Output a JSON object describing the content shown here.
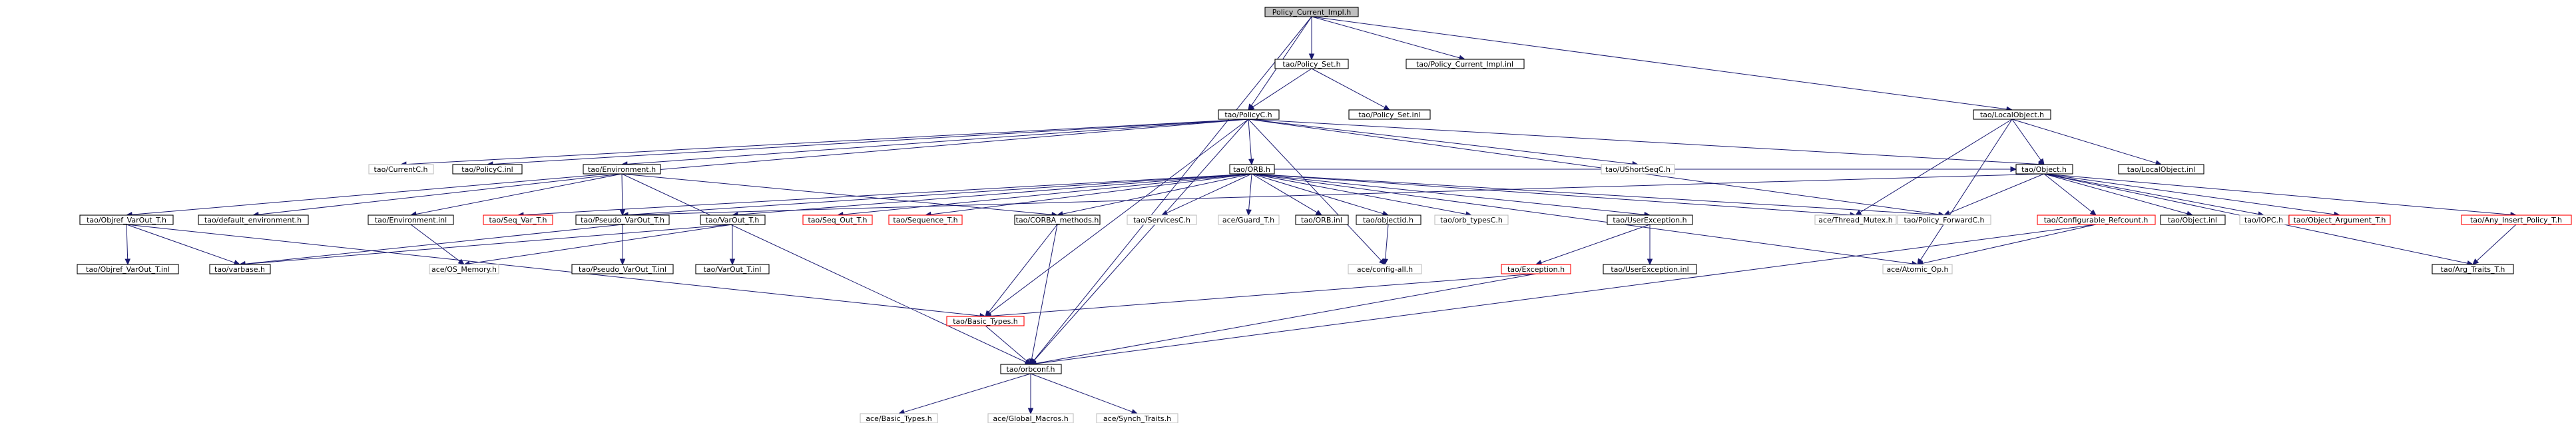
{
  "graph": {
    "title": "Policy_Current_Impl.h",
    "colors": {
      "edge": "#191970",
      "root_fill": "#bfbfbf",
      "node_border": "#000000",
      "node_fill": "#ffffff",
      "truncated_border": "#ff0000",
      "external_border": "#bfbfbf",
      "label_text": "#000000"
    },
    "nodes": [
      {
        "id": "root",
        "label": "Policy_Current_Impl.h",
        "kind": "root"
      },
      {
        "id": "policy_set_h",
        "label": "tao/Policy_Set.h",
        "kind": "normal"
      },
      {
        "id": "pci_inl",
        "label": "tao/Policy_Current_Impl.inl",
        "kind": "normal"
      },
      {
        "id": "policyc_h",
        "label": "tao/PolicyC.h",
        "kind": "normal"
      },
      {
        "id": "policy_set_inl",
        "label": "tao/Policy_Set.inl",
        "kind": "normal"
      },
      {
        "id": "localobject_h",
        "label": "tao/LocalObject.h",
        "kind": "normal"
      },
      {
        "id": "currentc_h",
        "label": "tao/CurrentC.h",
        "kind": "external"
      },
      {
        "id": "policyc_inl",
        "label": "tao/PolicyC.inl",
        "kind": "normal"
      },
      {
        "id": "environment_h",
        "label": "tao/Environment.h",
        "kind": "normal"
      },
      {
        "id": "orb_h",
        "label": "tao/ORB.h",
        "kind": "normal"
      },
      {
        "id": "ushortseqc_h",
        "label": "tao/UShortSeqC.h",
        "kind": "external"
      },
      {
        "id": "object_h",
        "label": "tao/Object.h",
        "kind": "normal"
      },
      {
        "id": "localobject_inl",
        "label": "tao/LocalObject.inl",
        "kind": "normal"
      },
      {
        "id": "objref_varout_h",
        "label": "tao/Objref_VarOut_T.h",
        "kind": "normal"
      },
      {
        "id": "default_env_h",
        "label": "tao/default_environment.h",
        "kind": "normal"
      },
      {
        "id": "environment_inl",
        "label": "tao/Environment.inl",
        "kind": "normal"
      },
      {
        "id": "seq_var_h",
        "label": "tao/Seq_Var_T.h",
        "kind": "truncated"
      },
      {
        "id": "pseudo_varout_h",
        "label": "tao/Pseudo_VarOut_T.h",
        "kind": "normal"
      },
      {
        "id": "varout_h",
        "label": "tao/VarOut_T.h",
        "kind": "normal"
      },
      {
        "id": "seq_out_h",
        "label": "tao/Seq_Out_T.h",
        "kind": "truncated"
      },
      {
        "id": "sequence_h",
        "label": "tao/Sequence_T.h",
        "kind": "truncated"
      },
      {
        "id": "corba_methods_h",
        "label": "tao/CORBA_methods.h",
        "kind": "normal"
      },
      {
        "id": "servicesc_h",
        "label": "tao/ServicesC.h",
        "kind": "external"
      },
      {
        "id": "guard_h",
        "label": "ace/Guard_T.h",
        "kind": "external"
      },
      {
        "id": "orb_inl",
        "label": "tao/ORB.inl",
        "kind": "normal"
      },
      {
        "id": "objectid_h",
        "label": "tao/objectid.h",
        "kind": "normal"
      },
      {
        "id": "orb_typesc_h",
        "label": "tao/orb_typesC.h",
        "kind": "external"
      },
      {
        "id": "userexception_h",
        "label": "tao/UserException.h",
        "kind": "normal"
      },
      {
        "id": "thread_mutex_h",
        "label": "ace/Thread_Mutex.h",
        "kind": "external"
      },
      {
        "id": "policy_forwardc_h",
        "label": "tao/Policy_ForwardC.h",
        "kind": "external"
      },
      {
        "id": "configurable_refcount_h",
        "label": "tao/Configurable_Refcount.h",
        "kind": "truncated"
      },
      {
        "id": "object_inl",
        "label": "tao/Object.inl",
        "kind": "normal"
      },
      {
        "id": "iopc_h",
        "label": "tao/IOPC.h",
        "kind": "external"
      },
      {
        "id": "object_argument_h",
        "label": "tao/Object_Argument_T.h",
        "kind": "truncated"
      },
      {
        "id": "any_insert_policy_h",
        "label": "tao/Any_Insert_Policy_T.h",
        "kind": "truncated"
      },
      {
        "id": "objref_varout_inl",
        "label": "tao/Objref_VarOut_T.inl",
        "kind": "normal"
      },
      {
        "id": "varbase_h",
        "label": "tao/varbase.h",
        "kind": "normal"
      },
      {
        "id": "os_memory_h",
        "label": "ace/OS_Memory.h",
        "kind": "external"
      },
      {
        "id": "pseudo_varout_inl",
        "label": "tao/Pseudo_VarOut_T.inl",
        "kind": "normal"
      },
      {
        "id": "varout_inl",
        "label": "tao/VarOut_T.inl",
        "kind": "normal"
      },
      {
        "id": "config_all_h",
        "label": "ace/config-all.h",
        "kind": "external"
      },
      {
        "id": "exception_h",
        "label": "tao/Exception.h",
        "kind": "truncated"
      },
      {
        "id": "userexception_inl",
        "label": "tao/UserException.inl",
        "kind": "normal"
      },
      {
        "id": "atomic_op_h",
        "label": "ace/Atomic_Op.h",
        "kind": "external"
      },
      {
        "id": "arg_traits_h",
        "label": "tao/Arg_Traits_T.h",
        "kind": "normal"
      },
      {
        "id": "basic_types_tao_h",
        "label": "tao/Basic_Types.h",
        "kind": "truncated"
      },
      {
        "id": "orbconf_h",
        "label": "tao/orbconf.h",
        "kind": "normal"
      },
      {
        "id": "ace_basic_types_h",
        "label": "ace/Basic_Types.h",
        "kind": "external"
      },
      {
        "id": "global_macros_h",
        "label": "ace/Global_Macros.h",
        "kind": "external"
      },
      {
        "id": "synch_traits_h",
        "label": "ace/Synch_Traits.h",
        "kind": "external"
      }
    ],
    "edges": [
      [
        "root",
        "policy_set_h"
      ],
      [
        "root",
        "pci_inl"
      ],
      [
        "root",
        "policyc_h"
      ],
      [
        "root",
        "localobject_h"
      ],
      [
        "root",
        "orbconf_h"
      ],
      [
        "policy_set_h",
        "policyc_h"
      ],
      [
        "policy_set_h",
        "policy_set_inl"
      ],
      [
        "policyc_h",
        "currentc_h"
      ],
      [
        "policyc_h",
        "policyc_inl"
      ],
      [
        "policyc_h",
        "environment_h"
      ],
      [
        "policyc_h",
        "orb_h"
      ],
      [
        "policyc_h",
        "ushortseqc_h"
      ],
      [
        "policyc_h",
        "object_h"
      ],
      [
        "policyc_h",
        "objref_varout_h"
      ],
      [
        "policyc_h",
        "basic_types_tao_h"
      ],
      [
        "policyc_h",
        "orbconf_h"
      ],
      [
        "policyc_h",
        "policy_forwardc_h"
      ],
      [
        "policyc_h",
        "config_all_h"
      ],
      [
        "localobject_h",
        "object_h"
      ],
      [
        "localobject_h",
        "localobject_inl"
      ],
      [
        "localobject_h",
        "thread_mutex_h"
      ],
      [
        "localobject_h",
        "atomic_op_h"
      ],
      [
        "environment_h",
        "default_env_h"
      ],
      [
        "environment_h",
        "environment_inl"
      ],
      [
        "environment_h",
        "pseudo_varout_h"
      ],
      [
        "environment_h",
        "corba_methods_h"
      ],
      [
        "environment_h",
        "orbconf_h"
      ],
      [
        "orb_h",
        "seq_var_h"
      ],
      [
        "orb_h",
        "pseudo_varout_h"
      ],
      [
        "orb_h",
        "varout_h"
      ],
      [
        "orb_h",
        "seq_out_h"
      ],
      [
        "orb_h",
        "sequence_h"
      ],
      [
        "orb_h",
        "corba_methods_h"
      ],
      [
        "orb_h",
        "servicesc_h"
      ],
      [
        "orb_h",
        "guard_h"
      ],
      [
        "orb_h",
        "orb_inl"
      ],
      [
        "orb_h",
        "objectid_h"
      ],
      [
        "orb_h",
        "orb_typesc_h"
      ],
      [
        "orb_h",
        "userexception_h"
      ],
      [
        "orb_h",
        "thread_mutex_h"
      ],
      [
        "orb_h",
        "policy_forwardc_h"
      ],
      [
        "orb_h",
        "atomic_op_h"
      ],
      [
        "orb_h",
        "object_h"
      ],
      [
        "object_h",
        "pseudo_varout_h"
      ],
      [
        "object_h",
        "policy_forwardc_h"
      ],
      [
        "object_h",
        "configurable_refcount_h"
      ],
      [
        "object_h",
        "object_inl"
      ],
      [
        "object_h",
        "iopc_h"
      ],
      [
        "object_h",
        "object_argument_h"
      ],
      [
        "object_h",
        "any_insert_policy_h"
      ],
      [
        "object_h",
        "arg_traits_h"
      ],
      [
        "objref_varout_h",
        "objref_varout_inl"
      ],
      [
        "objref_varout_h",
        "varbase_h"
      ],
      [
        "objref_varout_h",
        "basic_types_tao_h"
      ],
      [
        "environment_inl",
        "os_memory_h"
      ],
      [
        "pseudo_varout_h",
        "varbase_h"
      ],
      [
        "pseudo_varout_h",
        "pseudo_varout_inl"
      ],
      [
        "varout_h",
        "varbase_h"
      ],
      [
        "varout_h",
        "varout_inl"
      ],
      [
        "varout_h",
        "os_memory_h"
      ],
      [
        "corba_methods_h",
        "basic_types_tao_h"
      ],
      [
        "corba_methods_h",
        "orbconf_h"
      ],
      [
        "objectid_h",
        "config_all_h"
      ],
      [
        "userexception_h",
        "exception_h"
      ],
      [
        "userexception_h",
        "userexception_inl"
      ],
      [
        "configurable_refcount_h",
        "atomic_op_h"
      ],
      [
        "configurable_refcount_h",
        "orbconf_h"
      ],
      [
        "any_insert_policy_h",
        "arg_traits_h"
      ],
      [
        "exception_h",
        "basic_types_tao_h"
      ],
      [
        "exception_h",
        "orbconf_h"
      ],
      [
        "basic_types_tao_h",
        "orbconf_h"
      ],
      [
        "orbconf_h",
        "ace_basic_types_h"
      ],
      [
        "orbconf_h",
        "global_macros_h"
      ],
      [
        "orbconf_h",
        "synch_traits_h"
      ]
    ]
  }
}
